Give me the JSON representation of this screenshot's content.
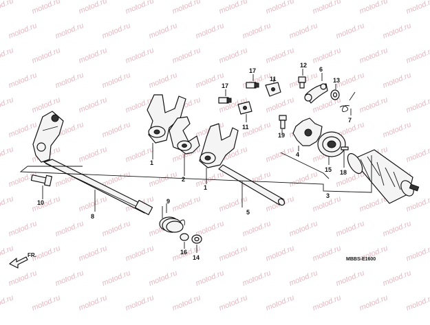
{
  "diagram": {
    "watermark": "motod.ru",
    "diagram_code": "MBBS-E1600",
    "direction_label": "FR.",
    "callouts": {
      "c1_left": "1",
      "c1_right": "1",
      "c2": "2",
      "c3": "3",
      "c4": "4",
      "c5": "5",
      "c6": "6",
      "c7": "7",
      "c8": "8",
      "c9": "9",
      "c10": "10",
      "c11_top": "11",
      "c11_bottom": "11",
      "c12": "12",
      "c13": "13",
      "c14": "14",
      "c15": "15",
      "c16": "16",
      "c17_top": "17",
      "c17_left": "17",
      "c18": "18",
      "c19": "19"
    },
    "colors": {
      "background": "#ffffff",
      "watermark": "#e2b9c2",
      "ink": "#111111"
    }
  }
}
